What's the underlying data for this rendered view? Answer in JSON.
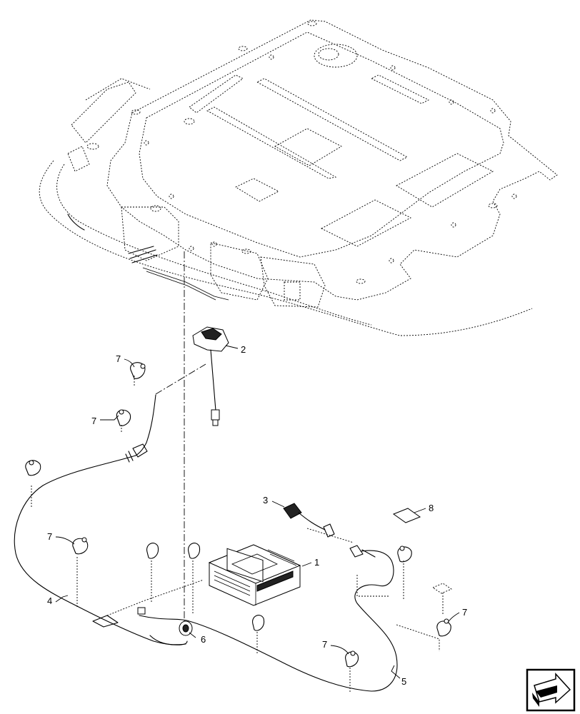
{
  "callouts": [
    {
      "id": "c1",
      "label": "1"
    },
    {
      "id": "c2",
      "label": "2"
    },
    {
      "id": "c3",
      "label": "3"
    },
    {
      "id": "c4",
      "label": "4"
    },
    {
      "id": "c5",
      "label": "5"
    },
    {
      "id": "c6",
      "label": "6"
    },
    {
      "id": "c7a",
      "label": "7"
    },
    {
      "id": "c7b",
      "label": "7"
    },
    {
      "id": "c7c",
      "label": "7"
    },
    {
      "id": "c7d",
      "label": "7"
    },
    {
      "id": "c7e",
      "label": "7"
    },
    {
      "id": "c8",
      "label": "8"
    }
  ],
  "icons": {
    "nav_arrow": "next-page-arrow-icon"
  }
}
